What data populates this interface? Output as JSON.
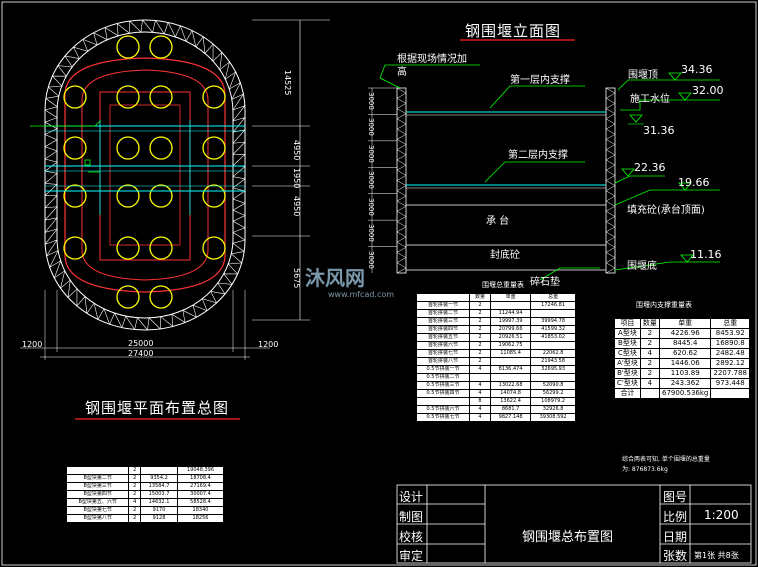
{
  "plan": {
    "title": "钢围堰平面布置总图",
    "dims": {
      "d25000": "25000",
      "d27400": "27400",
      "d1200_left": "1200",
      "d1200_right": "1200",
      "d14525": "14525",
      "d4950_a": "4950",
      "d1950": "1950",
      "d4950_b": "4950",
      "d5675": "5675"
    }
  },
  "elevation": {
    "title": "钢围堰立面图",
    "notes": {
      "top_note_1": "根据现场情况加",
      "top_note_2": "高",
      "brace1": "第一层内支撑",
      "brace2": "第二层内支撑",
      "cap": "承  台",
      "seal": "封底砼",
      "gravel": "碎石垫",
      "cofferdam_top": "围堰顶",
      "water_level": "施工水位",
      "fill": "填充砼(承台顶面)",
      "bottom": "围堰底"
    },
    "levels": {
      "l3436": "34.36",
      "l3200": "32.00",
      "l3136": "31.36",
      "l2236": "22.36",
      "l1966": "19.66",
      "l1116": "11.16"
    },
    "side_dims": [
      "3000",
      "3000",
      "3000",
      "3000",
      "3000",
      "3000",
      "3000"
    ]
  },
  "weight_table": {
    "caption": "围堰总重量表",
    "headers": [
      "",
      "数量",
      "单重",
      "总重"
    ],
    "rows": [
      [
        "首轮拼装一节",
        "2",
        "",
        "17246.81"
      ],
      [
        "首轮拼装二节",
        "2",
        "11244.94",
        ""
      ],
      [
        "首轮拼装三节",
        "2",
        "19997.39",
        "39994.78"
      ],
      [
        "首轮拼装四节",
        "2",
        "20799.66",
        "41599.32"
      ],
      [
        "首轮拼装五节",
        "2",
        "20926.51",
        "41853.02"
      ],
      [
        "首轮拼装六节",
        "2",
        "19062.75",
        ""
      ],
      [
        "首轮拼装七节",
        "2",
        "11085.4",
        "22062.8"
      ],
      [
        "首轮拼装八节",
        "2",
        "",
        "21943.58"
      ],
      [
        "0.5节拼装一节",
        "4",
        "8136.474",
        "32695.93"
      ],
      [
        "0.5节拼装二节",
        "",
        "",
        ""
      ],
      [
        "0.5节拼装三节",
        "4",
        "13022.68",
        "52090.8"
      ],
      [
        "0.5节拼装四节",
        "4",
        "14074.8",
        "56299.2"
      ],
      [
        "",
        "8",
        "13622.4",
        "108979.2"
      ],
      [
        "0.5节拼装六节",
        "4",
        "8681.7",
        "32926.8"
      ],
      [
        "0.5节拼装七节",
        "4",
        "9827.148",
        "39308.592"
      ]
    ]
  },
  "brace_table": {
    "caption": "围堰内支撑重量表",
    "headers": [
      "项目",
      "数量",
      "单重",
      "总重"
    ],
    "rows": [
      [
        "A型块",
        "2",
        "4226.96",
        "8453.92"
      ],
      [
        "B型块",
        "2",
        "8445.4",
        "16890.8"
      ],
      [
        "C型块",
        "4",
        "620.62",
        "2482.48"
      ],
      [
        "A'型块",
        "2",
        "1446.06",
        "2892.12"
      ],
      [
        "B'型块",
        "2",
        "1103.89",
        "2207.788"
      ],
      [
        "C'型块",
        "4",
        "243.362",
        "973.448"
      ],
      [
        "合计",
        "",
        "67900.536kg",
        ""
      ]
    ]
  },
  "left_table": {
    "rows": [
      [
        "",
        "2",
        "",
        "19048.396"
      ],
      [
        "B型块第二节",
        "2",
        "9354.2",
        "18708.4"
      ],
      [
        "B型块第三节",
        "2",
        "13584.7",
        "27169.4"
      ],
      [
        "B型块第四节",
        "2",
        "15003.7",
        "30007.4"
      ],
      [
        "B型块第五、六节",
        "4",
        "14632.1",
        "58528.4"
      ],
      [
        "B型块第七节",
        "2",
        "9170",
        "18340"
      ],
      [
        "B型块第八节",
        "2",
        "9128",
        "18256"
      ]
    ]
  },
  "summary_note": {
    "line1": "综合两表可知, 单个围堰的总重量",
    "line2": "为: 876873.6kg"
  },
  "title_block": {
    "design": "设计",
    "draw": "制图",
    "check": "校核",
    "approve": "审定",
    "drawing_title": "钢围堰总布置图",
    "drawing_no_label": "图号",
    "scale_label": "比例",
    "scale_value": "1:200",
    "date_label": "日期",
    "sheets_label": "张数",
    "sheets_value": "第1张 共8张"
  },
  "watermark": {
    "brand": "沐风网",
    "url": "www.mfcad.com"
  },
  "colors": {
    "truss": "#ffffff",
    "pile": "#ffff00",
    "ring": "#ff3333",
    "dim": "#ffffff",
    "brace": "#00ffff",
    "leader": "#00ff00",
    "title_underline": "#ff2222"
  }
}
